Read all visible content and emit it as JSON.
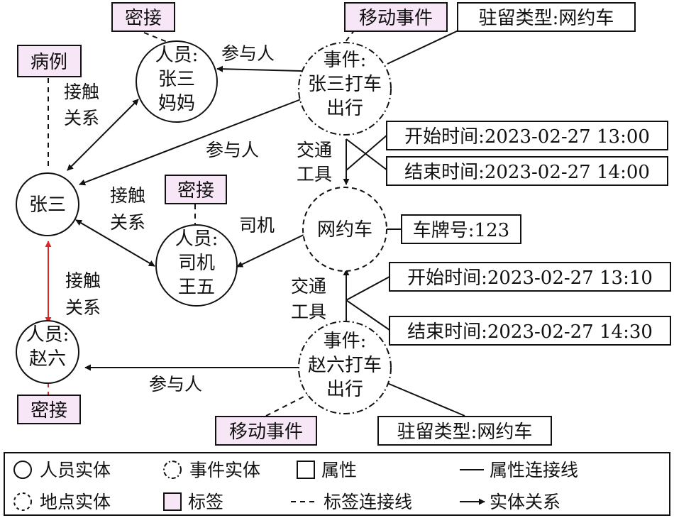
{
  "nodes": {
    "zhangsan_mom": [
      "人员:",
      "张三",
      "妈妈"
    ],
    "zhangsan": [
      "张三"
    ],
    "driver": [
      "人员:",
      "司机",
      "王五"
    ],
    "zhaoliu": [
      "人员:",
      "赵六"
    ],
    "event_zhangsan": [
      "事件:",
      "张三打车",
      "出行"
    ],
    "car": [
      "网约车"
    ],
    "event_zhaoliu": [
      "事件:",
      "赵六打车",
      "出行"
    ]
  },
  "tags": {
    "mijie_top": "密接",
    "bingli": "病例",
    "yidong_top": "移动事件",
    "mijie_mid": "密接",
    "mijie_bottom": "密接",
    "yidong_bottom": "移动事件"
  },
  "attributes": {
    "zhuliu_top": "驻留类型:网约车",
    "start_top": "开始时间:2023-02-27 13:00",
    "end_top": "结束时间:2023-02-27 14:00",
    "plate": "车牌号:123",
    "start_bottom": "开始时间:2023-02-27 13:10",
    "end_bottom": "结束时间:2023-02-27 14:30",
    "zhuliu_bottom": "驻留类型:网约车"
  },
  "edge_labels": {
    "participant_mom": "参与人",
    "participant_zhangsan": "参与人",
    "participant_zhaoliu": "参与人",
    "contact_mom": [
      "接触",
      "关系"
    ],
    "contact_driver": [
      "接触",
      "关系"
    ],
    "contact_zhaoliu": [
      "接触",
      "关系"
    ],
    "driver": "司机",
    "transport_top": [
      "交通",
      "工具"
    ],
    "transport_bottom": [
      "交通",
      "工具"
    ]
  },
  "legend": {
    "person_entity": "人员实体",
    "event_entity": "事件实体",
    "attribute": "属性",
    "attribute_line": "属性连接线",
    "place_entity": "地点实体",
    "tag": "标签",
    "tag_line": "标签连接线",
    "entity_relation": "实体关系"
  },
  "colors": {
    "tag_fill": "#f6e6f6",
    "contact_red": "#d9262b",
    "stroke": "#111111"
  }
}
